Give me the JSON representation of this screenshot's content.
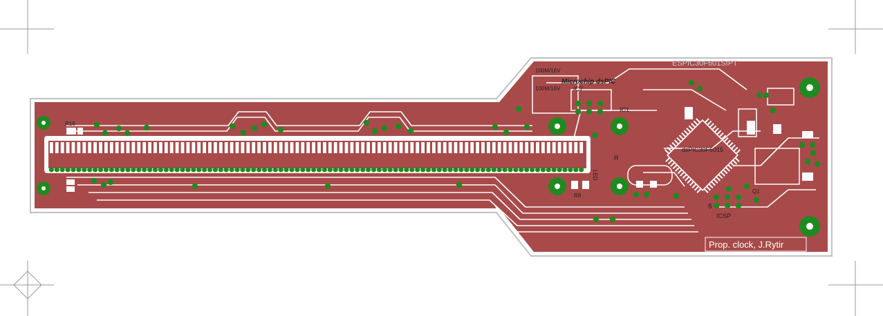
{
  "board": {
    "credit": "Prop. clock, J.Rytir",
    "top_silk": "ESPIC30F601SIPT",
    "brand_silk": "Microchip dsPIC",
    "mcu_label": "dsPIC30F6015",
    "ic7_label": "IC7",
    "ic1_label": "IC1",
    "cap_label_1": "100M/16V",
    "cap_label_2": "100M/16V",
    "icsp_label": "ICSP",
    "icsp_pin": "6",
    "resistor_label": "R",
    "led_label": "LED",
    "r16_label": "R16",
    "r8_label": "R8",
    "q_label": "Q1"
  },
  "colors": {
    "copper": "#a84a4a",
    "outline": "#c0c0c0",
    "trace": "#ffffff",
    "pad": "#1f8a1f",
    "pad_hole": "#ffffff",
    "silk": "#202020"
  }
}
